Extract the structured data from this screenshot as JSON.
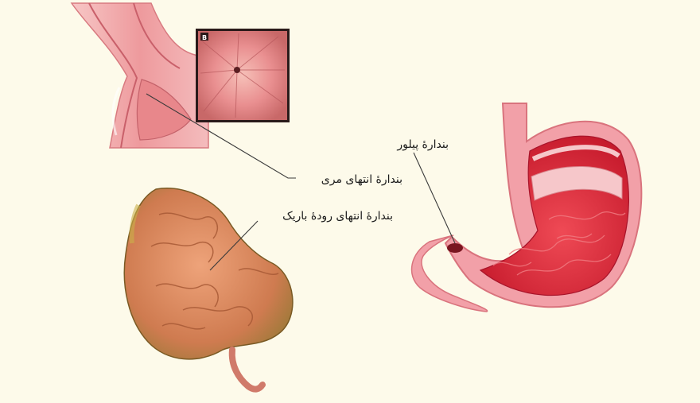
{
  "labels": {
    "pyloric_sphincter": "بندارهٔ پیلور",
    "lower_esophageal_sphincter": "بندارهٔ انتهای مری",
    "ileocecal_sphincter": "بندارهٔ انتهای رودهٔ باریک"
  },
  "inset": {
    "panel_letter": "B"
  },
  "colors": {
    "background": "#fdfaea",
    "stomach_mucosa": "#d72b3c",
    "stomach_wall": "#f2a0a8",
    "esophagus_tissue": "#ef9aa0",
    "intestine_tissue": "#d9835a",
    "leader_line": "#3a3a3a"
  }
}
